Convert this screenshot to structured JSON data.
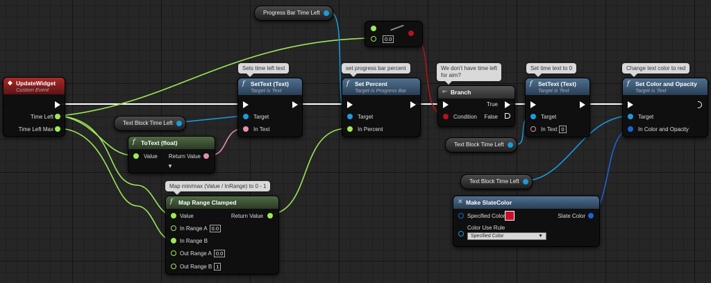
{
  "colors": {
    "exec": "#ffffff",
    "object": "#1a9bdc",
    "float": "#9ee85a",
    "text": "#e38fb4",
    "bool": "#b0151a",
    "struct": "#1c64d4"
  },
  "variables": {
    "progress_bar": "Progress Bar Time Left",
    "text_block_1": "Text Block Time Left",
    "text_block_2": "Text Block Time Left",
    "text_block_3": "Text Block Time Left"
  },
  "comments": {
    "settext1": "Sets time left text",
    "setpercent": "set progress bar percent",
    "branch_1": "We don't have time left",
    "branch_2": "for aim?",
    "settext2": "Set time text to 0",
    "setcolor": "Change text color to red",
    "maprange": "Map min/max (Value / InRange) to 0 - 1"
  },
  "nodes": {
    "update_widget": {
      "title": "UpdateWidget",
      "subtitle": "Custom Event",
      "pins": {
        "time_left": "Time Left",
        "time_left_max": "Time Left Max"
      }
    },
    "settext1": {
      "title": "SetText (Text)",
      "subtitle": "Target is Text",
      "pins": {
        "target": "Target",
        "in_text": "In Text"
      }
    },
    "setpercent": {
      "title": "Set Percent",
      "subtitle": "Target is Progress Bar",
      "pins": {
        "target": "Target",
        "in_percent": "In Percent"
      }
    },
    "branch": {
      "title": "Branch",
      "pins": {
        "condition": "Condition",
        "true": "True",
        "false": "False"
      }
    },
    "settext2": {
      "title": "SetText (Text)",
      "subtitle": "Target is Text",
      "pins": {
        "target": "Target",
        "in_text": "In Text",
        "in_text_value": "0"
      }
    },
    "setcolor": {
      "title": "Set Color and Opacity",
      "subtitle": "Target is Text",
      "pins": {
        "target": "Target",
        "in_color": "In Color and Opacity"
      }
    },
    "totext": {
      "title": "ToText (float)",
      "pins": {
        "value": "Value",
        "return": "Return Value"
      }
    },
    "maprange": {
      "title": "Map Range Clamped",
      "pins": {
        "value": "Value",
        "return": "Return Value",
        "in_a": "In Range A",
        "in_a_value": "0.0",
        "in_b": "In Range B",
        "out_a": "Out Range A",
        "out_a_value": "0.0",
        "out_b": "Out Range B",
        "out_b_value": "1"
      }
    },
    "compare": {
      "b_value": "0.0"
    },
    "slatecolor": {
      "title": "Make SlateColor",
      "pins": {
        "specified": "Specified Color",
        "rule": "Color Use Rule",
        "rule_value": "Specified Color",
        "out": "Slate Color"
      },
      "specified_color": "#c8102e"
    }
  }
}
